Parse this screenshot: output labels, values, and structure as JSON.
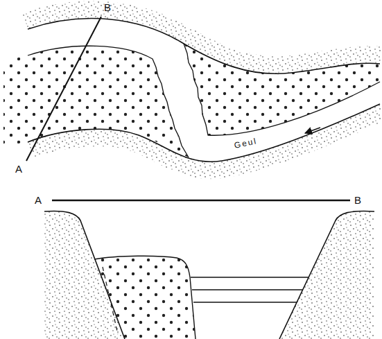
{
  "diagram": {
    "labels": [
      "B",
      "A",
      "Geul",
      "A",
      "B"
    ]
  }
}
